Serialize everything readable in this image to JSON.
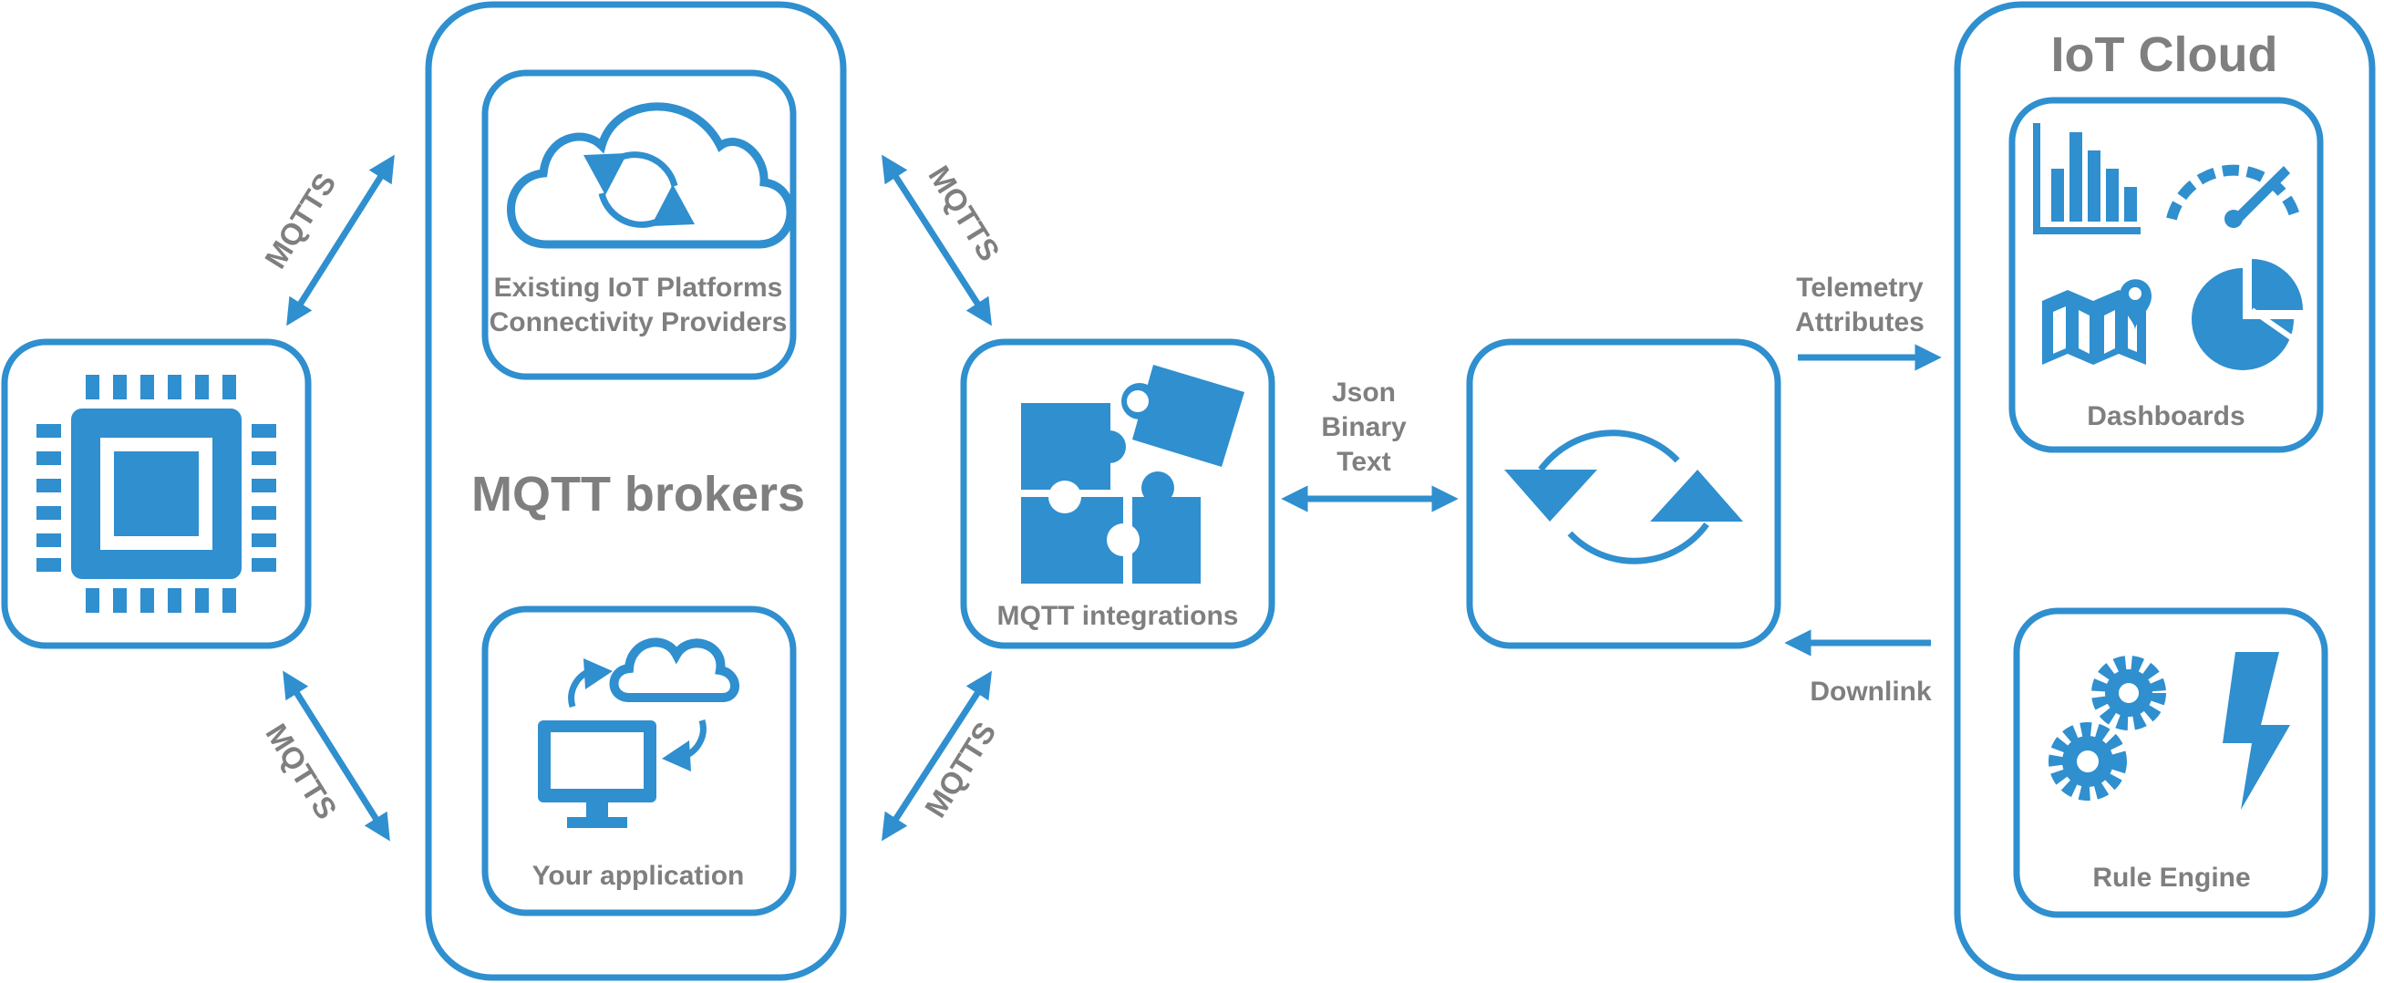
{
  "diagram": {
    "device": {
      "icon": "microchip-icon"
    },
    "brokers": {
      "title": "MQTT brokers",
      "existing_platforms": {
        "line1": "Existing IoT Platforms",
        "line2": "Connectivity Providers",
        "icon": "cloud-sync-icon"
      },
      "your_application": {
        "label": "Your application",
        "icon": "computer-cloud-sync-icon"
      }
    },
    "links": {
      "mqtts_top_left": "MQTTS",
      "mqtts_bottom_left": "MQTTS",
      "mqtts_top_right": "MQTTS",
      "mqtts_bottom_right": "MQTTS"
    },
    "integrations": {
      "label": "MQTT integrations",
      "icon": "puzzle-icon"
    },
    "formats": {
      "line1": "Json",
      "line2": "Binary",
      "line3": "Text"
    },
    "converter": {
      "icon": "sync-arrows-icon"
    },
    "uplink": {
      "line1": "Telemetry",
      "line2": "Attributes"
    },
    "downlink": {
      "label": "Downlink"
    },
    "cloud": {
      "title": "IoT Cloud",
      "dashboards": {
        "label": "Dashboards",
        "icons": [
          "bar-chart-icon",
          "gauge-icon",
          "map-pin-icon",
          "pie-chart-icon"
        ]
      },
      "rule_engine": {
        "label": "Rule Engine",
        "icons": [
          "gears-icon",
          "lightning-icon"
        ]
      }
    },
    "colors": {
      "accent": "#2f8fcf",
      "text": "#7f7f7f"
    }
  }
}
